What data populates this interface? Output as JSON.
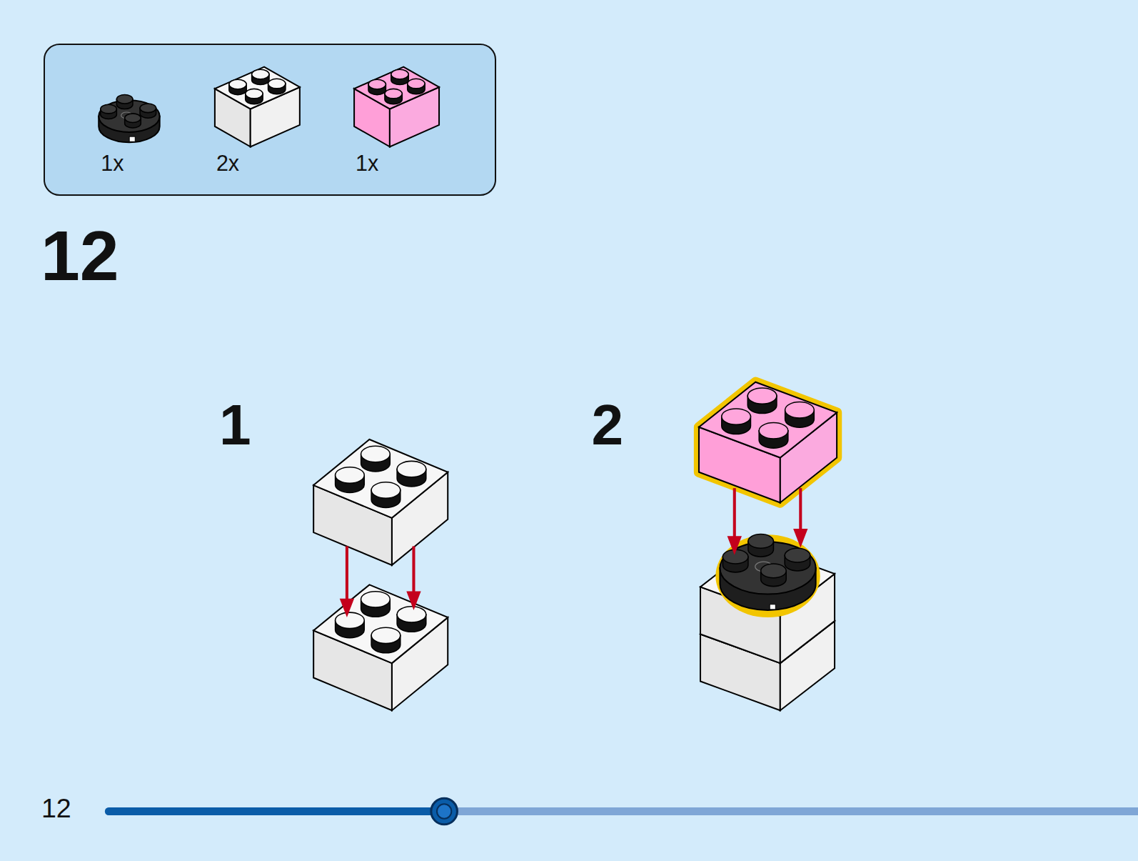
{
  "diagram": {
    "nodes": [
      {
        "text": [
          "1x",
          "2x",
          "1x"
        ]
      }
    ],
    "labels": [
      "12",
      "1",
      "2",
      "12"
    ]
  }
}
